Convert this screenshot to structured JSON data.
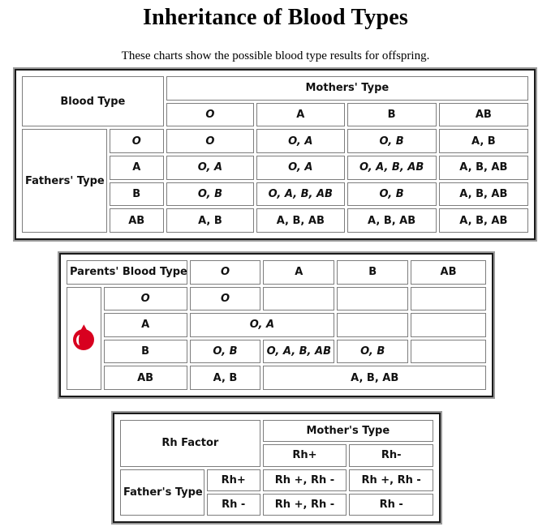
{
  "page": {
    "title": "Inheritance of Blood Types",
    "subtitle": "These charts show the possible blood type results for offspring."
  },
  "colors": {
    "cyan": "#00ffff",
    "gray": "#cccccc",
    "white": "#ffffff",
    "border": "#7d7d7d",
    "frame_outer": "#9a9a9a",
    "frame_inner": "#1a1a1a",
    "blood_red": "#d8001f"
  },
  "chart_data": [
    {
      "type": "table",
      "title": "Blood Type",
      "corner_label": "Blood Type",
      "column_group_label": "Mothers' Type",
      "row_group_label": "Fathers' Type",
      "categories": [
        "O",
        "A",
        "B",
        "AB"
      ],
      "row_headers": [
        "O",
        "A",
        "B",
        "AB"
      ],
      "column_headers": [
        "O",
        "A",
        "B",
        "AB"
      ],
      "cells": [
        [
          "O",
          "O, A",
          "O, B",
          "A, B"
        ],
        [
          "O, A",
          "O, A",
          "O, A, B, AB",
          "A, B, AB"
        ],
        [
          "O, B",
          "O, A, B, AB",
          "O, B",
          "A, B, AB"
        ],
        [
          "A, B",
          "A, B, AB",
          "A, B, AB",
          "A, B, AB"
        ]
      ]
    },
    {
      "type": "table",
      "title": "Parents' Blood Type",
      "corner_label": "Parents' Blood Type",
      "icon": "blood-drop-icon",
      "column_headers": [
        "O",
        "A",
        "B",
        "AB"
      ],
      "row_headers": [
        "O",
        "A",
        "B",
        "AB"
      ],
      "rows": [
        {
          "header": "O",
          "cells": [
            {
              "text": "O",
              "span": 1
            }
          ]
        },
        {
          "header": "A",
          "cells": [
            {
              "text": "O, A",
              "span": 2
            }
          ]
        },
        {
          "header": "B",
          "cells": [
            {
              "text": "O, B",
              "span": 1
            },
            {
              "text": "O, A, B, AB",
              "span": 1
            },
            {
              "text": "O, B",
              "span": 1
            }
          ]
        },
        {
          "header": "AB",
          "cells": [
            {
              "text": "A, B",
              "span": 1
            },
            {
              "text": "A, B, AB",
              "span": 3
            }
          ]
        }
      ]
    },
    {
      "type": "table",
      "title": "Rh Factor",
      "corner_label": "Rh Factor",
      "column_group_label": "Mother's Type",
      "row_group_label": "Father's Type",
      "column_headers": [
        "Rh+",
        "Rh-"
      ],
      "row_headers": [
        "Rh+",
        "Rh -"
      ],
      "cells": [
        [
          "Rh +, Rh -",
          "Rh +, Rh -"
        ],
        [
          "Rh +, Rh -",
          "Rh -"
        ]
      ]
    }
  ]
}
